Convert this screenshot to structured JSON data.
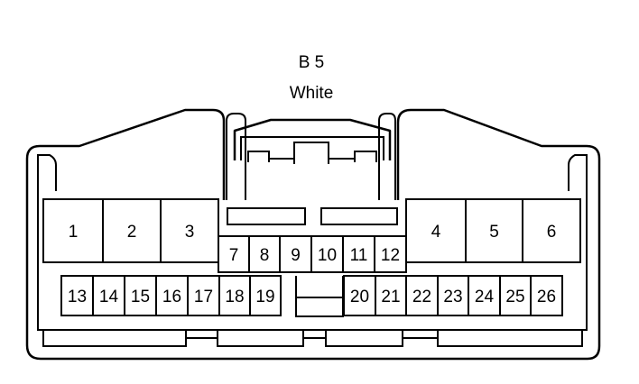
{
  "connector": {
    "code": "B 5",
    "color": "White"
  },
  "pins": [
    "1",
    "2",
    "3",
    "4",
    "5",
    "6",
    "7",
    "8",
    "9",
    "10",
    "11",
    "12",
    "13",
    "14",
    "15",
    "16",
    "17",
    "18",
    "19",
    "20",
    "21",
    "22",
    "23",
    "24",
    "25",
    "26"
  ]
}
